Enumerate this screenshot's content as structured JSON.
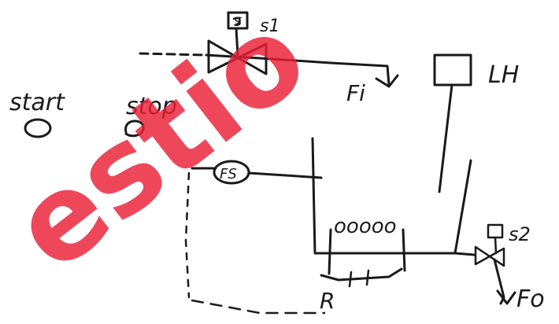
{
  "labels": {
    "solenoid1_box": "S",
    "solenoid1": "s1",
    "flow_in": "Fi",
    "level_high": "LH",
    "start": "start",
    "stop": "stop",
    "float_switch": "FS",
    "heater": "ooooo",
    "relay": "R",
    "solenoid2": "s2",
    "flow_out": "Fo"
  },
  "watermark": "estio",
  "colors": {
    "ink": "#1a1a1a",
    "watermark": "#ea1f36"
  }
}
